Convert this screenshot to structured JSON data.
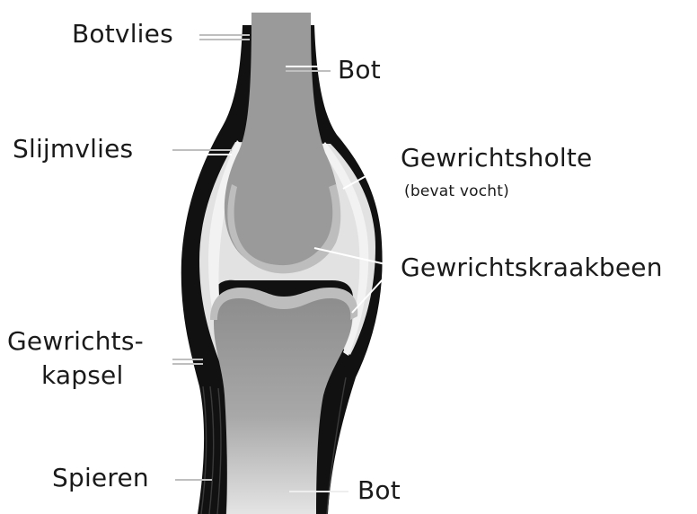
{
  "labels": {
    "botvlies": "Botvlies",
    "bot_top": "Bot",
    "slijmvlies": "Slijmvlies",
    "gewrichtsholte": "Gewrichtsholte",
    "gewrichtsholte_note": "(bevat vocht)",
    "gewrichtskraakbeen": "Gewrichtskraakbeen",
    "gewrichtskapsel_1": "Gewrichts-",
    "gewrichtskapsel_2": "kapsel",
    "spieren": "Spieren",
    "bot_bottom": "Bot"
  },
  "colors": {
    "bone": "#9a9a9a",
    "bone_light": "#cfcfcf",
    "cartilage": "#bdbdbd",
    "cavity": "#e2e2e2",
    "capsule": "#111111",
    "leader": "#ffffff"
  }
}
